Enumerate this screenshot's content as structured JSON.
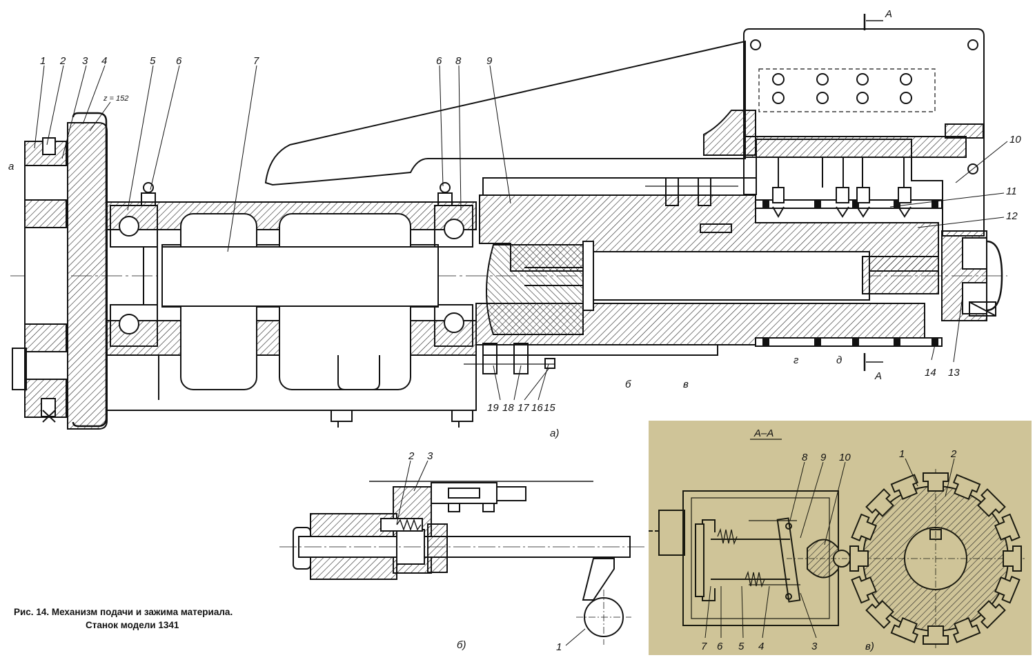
{
  "caption": {
    "line1": "Рис. 14. Механизм подачи и зажима материала.",
    "line2": "Станок модели 1341"
  },
  "views": {
    "main": "а)",
    "handle": "б)",
    "section": "в)",
    "section_title": "А–А"
  },
  "section_marks": {
    "top": "А",
    "bottom": "А"
  },
  "gear_teeth": "z = 152",
  "main_callouts": {
    "n1": "1",
    "n2": "2",
    "n3": "3",
    "n4": "4",
    "n5": "5",
    "n6": "6",
    "n7": "7",
    "n6b": "6",
    "n8": "8",
    "n9": "9",
    "n10": "10",
    "n11": "11",
    "n12": "12",
    "n13": "13",
    "n14": "14",
    "n15": "15",
    "n16": "16",
    "n17": "17",
    "n18": "18",
    "n19": "19",
    "la": "а",
    "lb": "б",
    "lv": "в",
    "lg": "г",
    "ld": "д"
  },
  "handle_callouts": {
    "n1": "1",
    "n2": "2",
    "n3": "3"
  },
  "section_callouts": {
    "n1": "1",
    "n2": "2",
    "n3": "3",
    "n4": "4",
    "n5": "5",
    "n6": "6",
    "n7": "7",
    "n8": "8",
    "n9": "9",
    "n10": "10"
  },
  "colors": {
    "line": "#111111",
    "hatch": "#222222",
    "section_panel": "#cfc498",
    "paper": "#ffffff"
  }
}
